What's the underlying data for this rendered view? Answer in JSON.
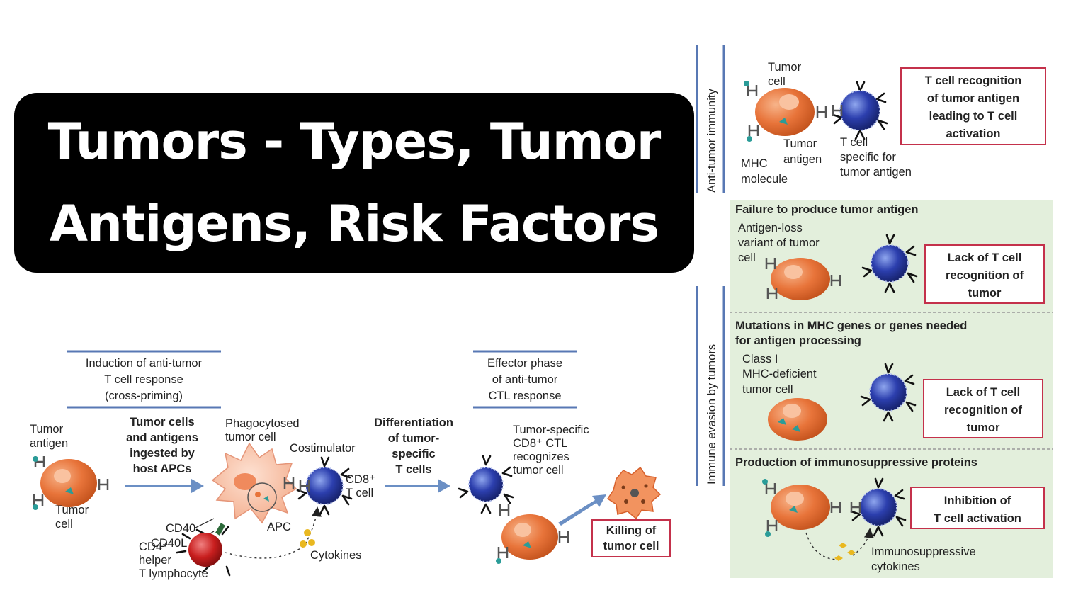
{
  "title": {
    "line1": "Tumors - Types, Tumor",
    "line2": "Antigens, Risk Factors"
  },
  "induction": {
    "header": [
      "Induction of anti-tumor",
      "T cell response",
      "(cross-priming)"
    ],
    "tumor_antigen": [
      "Tumor",
      "antigen"
    ],
    "tumor_cell": [
      "Tumor",
      "cell"
    ],
    "ingested": [
      "Tumor cells",
      "and antigens",
      "ingested by",
      "host APCs"
    ],
    "phagocytosed": [
      "Phagocytosed",
      "tumor cell"
    ],
    "costimulator": "Costimulator",
    "cd8": [
      "CD8⁺",
      "T cell"
    ],
    "apc": "APC",
    "cd40": "CD40",
    "cd40l": "CD40L",
    "cd4": [
      "CD4⁺",
      "helper",
      "T lymphocyte"
    ],
    "cytokines": "Cytokines"
  },
  "differentiation": [
    "Differentiation",
    "of tumor-",
    "specific",
    "T cells"
  ],
  "effector": {
    "header": [
      "Effector phase",
      "of anti-tumor",
      "CTL response"
    ],
    "ctl": [
      "Tumor-specific",
      "CD8⁺ CTL",
      "recognizes",
      "tumor cell"
    ],
    "killing": [
      "Killing of",
      "tumor cell"
    ]
  },
  "anti_tumor": {
    "side_label": "Anti-tumor immunity",
    "tumor_cell": [
      "Tumor",
      "cell"
    ],
    "tumor_antigen": [
      "Tumor",
      "antigen"
    ],
    "mhc": [
      "MHC",
      "molecule"
    ],
    "tcell": [
      "T cell",
      "specific for",
      "tumor antigen"
    ],
    "box": [
      "T cell recognition",
      "of tumor antigen",
      "leading to T cell",
      "activation"
    ]
  },
  "evasion": {
    "side_label": "Immune evasion by tumors",
    "p1_title": "Failure to produce tumor antigen",
    "p1_label": [
      "Antigen-loss",
      "variant of tumor",
      "cell"
    ],
    "p1_box": [
      "Lack of T cell",
      "recognition of",
      "tumor"
    ],
    "p2_title": [
      "Mutations in MHC genes or genes needed",
      "for antigen processing"
    ],
    "p2_label": [
      "Class I",
      "MHC-deficient",
      "tumor cell"
    ],
    "p2_box": [
      "Lack of T cell",
      "recognition of",
      "tumor"
    ],
    "p3_title": "Production of immunosuppressive proteins",
    "p3_box": [
      "Inhibition of",
      "T cell activation"
    ],
    "p3_label": [
      "Immunosuppressive",
      "cytokines"
    ]
  },
  "colors": {
    "tumor": "#e8743a",
    "tcell": "#2c3fae",
    "panel": "#e3efdc",
    "box_border": "#c4314b",
    "arrow": "#6b8fc4",
    "cd4": "#c81e1e",
    "cytokine": "#e9b820"
  }
}
